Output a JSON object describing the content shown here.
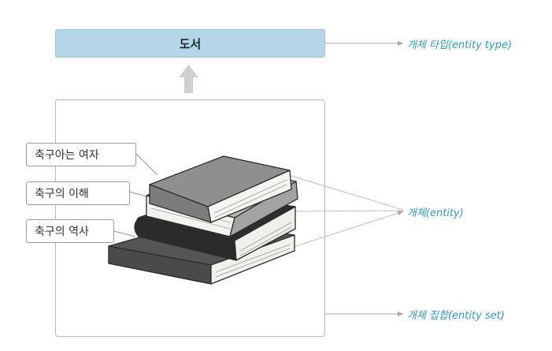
{
  "entity_type_box": {
    "label": "도서"
  },
  "labels": {
    "entity_type": "개체 타입(entity type)",
    "entity": "개체(entity)",
    "entity_set": "개체 집합(entity set)"
  },
  "book_titles": [
    "축구아는 여자",
    "축구의 이해",
    "축구의 역사"
  ],
  "colors": {
    "type_box_fill": "#b5d6e6",
    "label_text": "#2f9cc2",
    "arrow_gray": "#c4c4c4"
  }
}
